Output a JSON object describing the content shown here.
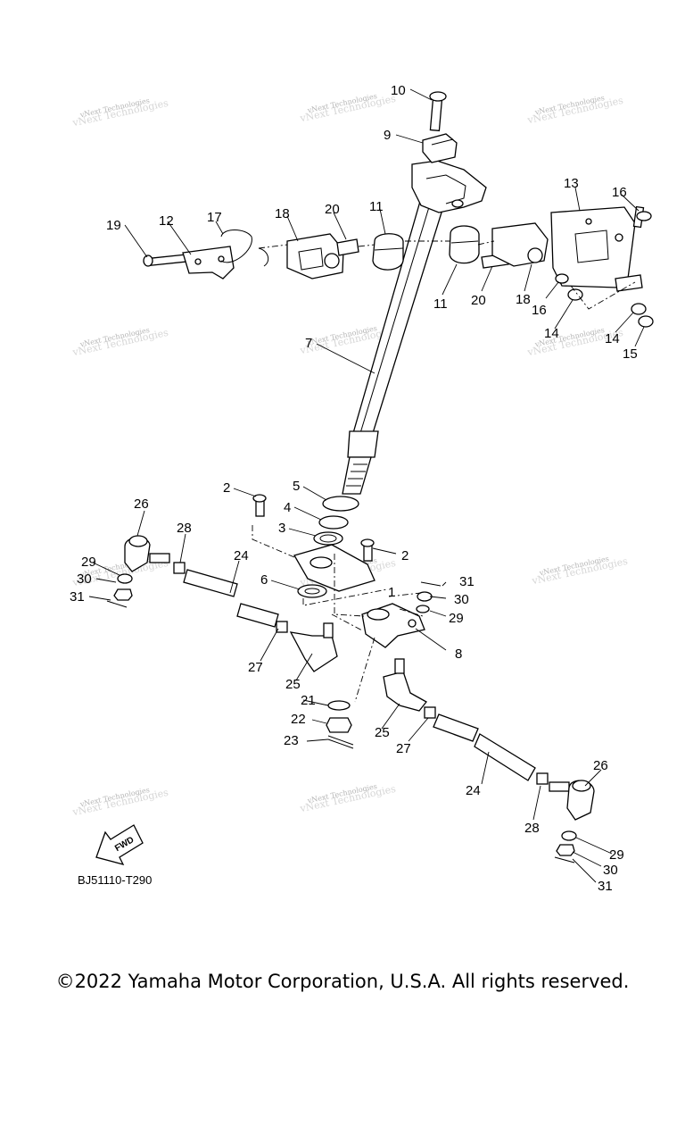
{
  "diagram": {
    "callouts": [
      "1",
      "2",
      "2",
      "3",
      "4",
      "5",
      "6",
      "7",
      "8",
      "9",
      "10",
      "11",
      "11",
      "12",
      "13",
      "14",
      "14",
      "15",
      "16",
      "16",
      "17",
      "18",
      "18",
      "19",
      "20",
      "20",
      "21",
      "22",
      "23",
      "24",
      "24",
      "25",
      "25",
      "26",
      "26",
      "27",
      "27",
      "28",
      "28",
      "29",
      "29",
      "29",
      "30",
      "30",
      "30",
      "31",
      "31",
      "31"
    ],
    "watermark": "vNext Technologies",
    "fwd_label": "FWD",
    "diagram_code": "BJ51110-T290"
  },
  "footer": {
    "copyright": "©2022 Yamaha Motor Corporation, U.S.A. All rights reserved."
  }
}
